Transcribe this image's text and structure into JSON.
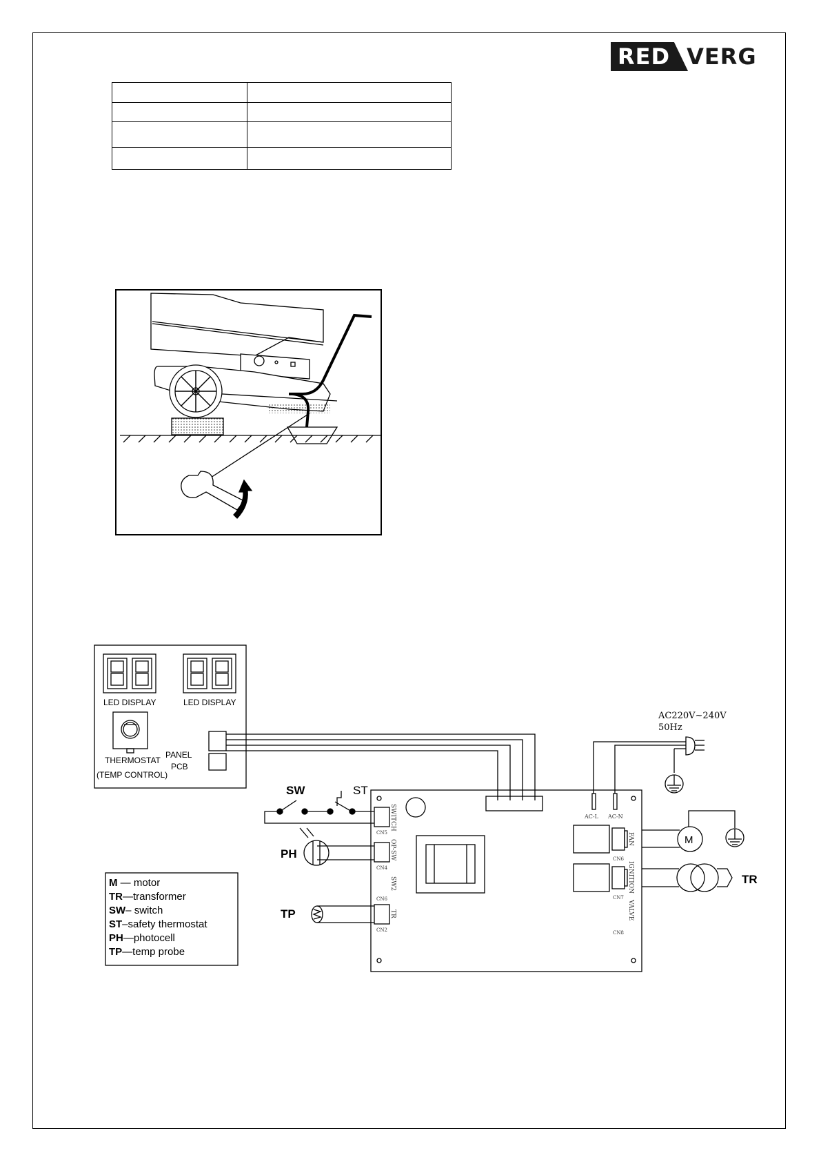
{
  "logo": {
    "part1": "RED",
    "part2": "VERG"
  },
  "spec_table": {
    "rows": [
      {
        "label": "",
        "value": ""
      },
      {
        "label": "",
        "value": ""
      },
      {
        "label": "",
        "value": ""
      },
      {
        "label": "",
        "value": ""
      }
    ]
  },
  "illustration": {
    "subject": "heater tilted on wheel block with wrench loosening drain plug"
  },
  "wiring": {
    "panel": {
      "led_display_1": "LED  DISPLAY",
      "led_display_2": "LED  DISPLAY",
      "thermostat_1": "THERMOSTAT",
      "thermostat_2": "(TEMP CONTROL)",
      "panel_1": "PANEL",
      "panel_2": "PCB"
    },
    "power": {
      "line1": "AC220V~240V",
      "line2": "50Hz"
    },
    "labels": {
      "sw": "SW",
      "st": "ST",
      "ph": "PH",
      "tp": "TP",
      "m": "M",
      "tr": "TR"
    },
    "board": {
      "switch": "SWITCH",
      "cn5": "CN5",
      "opsw": "OP-SW",
      "cn4": "CN4",
      "sw2": "SW2",
      "cn6a": "CN6",
      "tr": "TR",
      "cn2": "CN2",
      "acl": "AC-L",
      "acn": "AC-N",
      "fan": "FAN",
      "cn6": "CN6",
      "ignition": "IGNITION",
      "cn7": "CN7",
      "valve": "VALVE",
      "cn8": "CN8"
    },
    "legend": [
      {
        "key": "M",
        "sep": " — ",
        "desc": "motor"
      },
      {
        "key": "TR",
        "sep": "—",
        "desc": "transformer"
      },
      {
        "key": "SW",
        "sep": "– ",
        "desc": "switch"
      },
      {
        "key": "ST",
        "sep": "–",
        "desc": "safety thermostat"
      },
      {
        "key": "PH",
        "sep": "—",
        "desc": "photocell"
      },
      {
        "key": "TP",
        "sep": "—",
        "desc": "temp probe"
      }
    ]
  }
}
